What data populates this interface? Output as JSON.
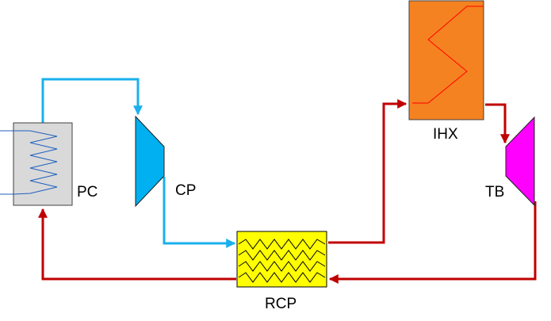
{
  "components": {
    "pc": {
      "label": "PC",
      "color": "#d9d9d9",
      "coil_color": "#1f5fbf"
    },
    "cp": {
      "label": "CP",
      "color": "#00b0f0"
    },
    "rcp": {
      "label": "RCP",
      "color": "#ffff00",
      "coil_color": "#000000"
    },
    "ihx": {
      "label": "IHX",
      "color": "#f58220",
      "coil_color": "#ff0000"
    },
    "tb": {
      "label": "TB",
      "color": "#ff00ff"
    }
  },
  "streams": {
    "cold": {
      "color": "#1ab0ec"
    },
    "hot": {
      "color": "#c00000"
    }
  }
}
